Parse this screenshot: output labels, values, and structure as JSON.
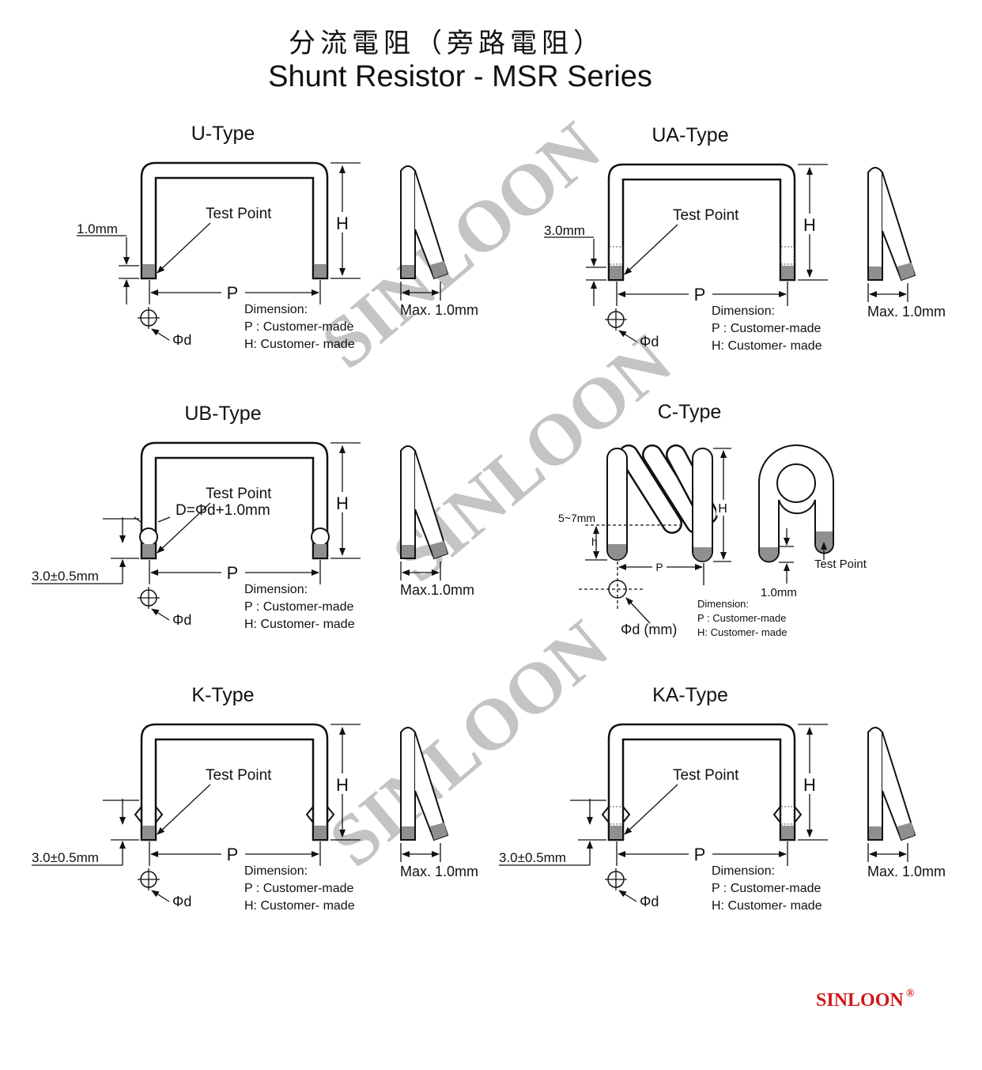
{
  "header": {
    "title_zh": "分流電阻（旁路電阻）",
    "title_en": "Shunt Resistor - MSR Series"
  },
  "common": {
    "H": "H",
    "P": "P",
    "phi": "Φd",
    "test_point": "Test Point",
    "dimension_title": "Dimension:",
    "dim_p": "P : Customer-made",
    "dim_h": "H: Customer- made"
  },
  "panels": {
    "u": {
      "title": "U-Type",
      "lead_label": "1.0mm",
      "max_label": "Max. 1.0mm"
    },
    "ua": {
      "title": "UA-Type",
      "lead_label": "3.0mm",
      "max_label": "Max. 1.0mm"
    },
    "ub": {
      "title": "UB-Type",
      "lead_label": "3.0±0.5mm",
      "max_label": "Max.1.0mm",
      "d_label": "D=Φd+1.0mm"
    },
    "k": {
      "title": "K-Type",
      "lead_label": "3.0±0.5mm",
      "max_label": "Max. 1.0mm"
    },
    "ka": {
      "title": "KA-Type",
      "lead_label": "3.0±0.5mm",
      "max_label": "Max. 1.0mm"
    },
    "c": {
      "title": "C-Type",
      "pitch_label": "5~7mm",
      "h_label": "h",
      "phi_label": "Φd (mm)",
      "lead_label": "1.0mm"
    }
  },
  "watermark": "SINLOON",
  "logo": {
    "text": "SINLOON",
    "mark": "®"
  },
  "colors": {
    "pad": "#8f8f8f",
    "watermark": "#c4c4c4",
    "logo": "#d0161b"
  }
}
